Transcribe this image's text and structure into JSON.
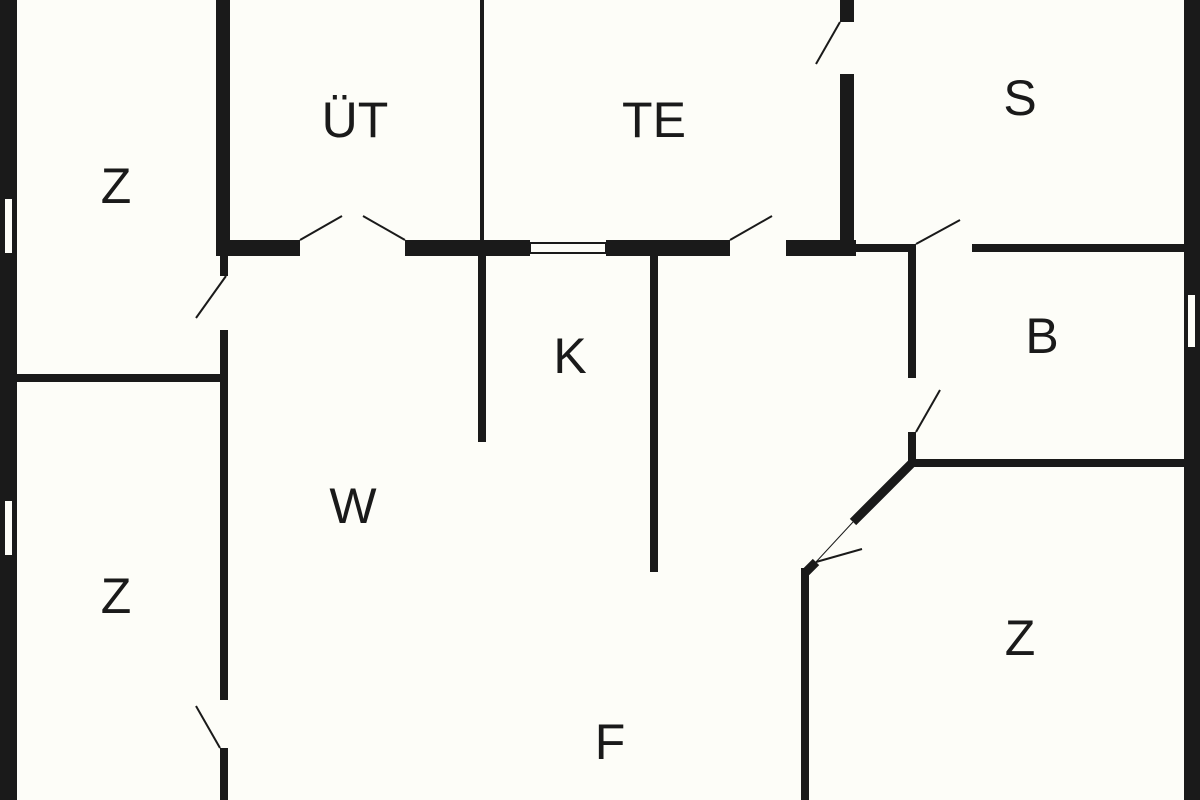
{
  "floor_plan": {
    "background": "#fdfdf8",
    "wall_color": "#1a1a1a",
    "rooms": {
      "ut": "ÜT",
      "te": "TE",
      "s": "S",
      "z_top_left": "Z",
      "z_bottom_left": "Z",
      "k": "K",
      "b": "B",
      "w": "W",
      "z_bottom_right": "Z",
      "f": "F"
    }
  }
}
